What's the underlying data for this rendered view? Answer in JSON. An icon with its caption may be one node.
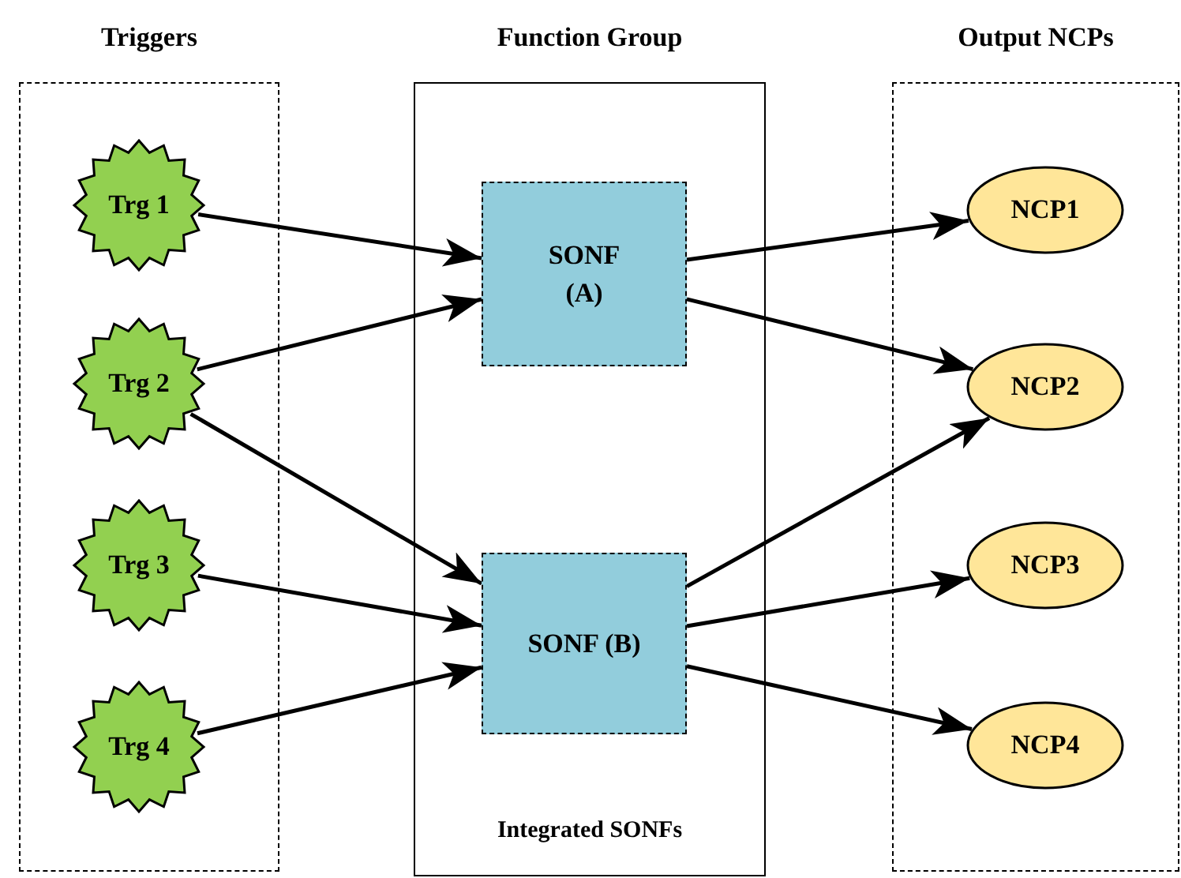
{
  "diagram": {
    "nodes": [
      {
        "text": [
          "Triggers"
        ]
      },
      {
        "text": [
          "Trg 1"
        ],
        "in": 0
      },
      {
        "text": [
          "Trg 2"
        ],
        "in": 0
      },
      {
        "text": [
          "Trg 3"
        ],
        "in": 0
      },
      {
        "text": [
          "Trg 4"
        ],
        "in": 0
      },
      {
        "text": [
          "Function Group",
          "Integrated SONFs"
        ]
      },
      {
        "text": [
          "SONF (A)"
        ],
        "in": 5
      },
      {
        "text": [
          "SONF (B)"
        ],
        "in": 5
      },
      {
        "text": [
          "Output NCPs"
        ]
      },
      {
        "text": [
          "NCP1"
        ],
        "in": 8
      },
      {
        "text": [
          "NCP2"
        ],
        "in": 8
      },
      {
        "text": [
          "NCP3"
        ],
        "in": 8
      },
      {
        "text": [
          "NCP4"
        ],
        "in": 8
      }
    ],
    "edges": [
      {
        "from": 1,
        "to": 6,
        "arrow": "to"
      },
      {
        "from": 2,
        "to": 6,
        "arrow": "to"
      },
      {
        "from": 2,
        "to": 7,
        "arrow": "to"
      },
      {
        "from": 3,
        "to": 7,
        "arrow": "to"
      },
      {
        "from": 4,
        "to": 7,
        "arrow": "to"
      },
      {
        "from": 6,
        "to": 9,
        "arrow": "to"
      },
      {
        "from": 6,
        "to": 10,
        "arrow": "to"
      },
      {
        "from": 7,
        "to": 10,
        "arrow": "to"
      },
      {
        "from": 7,
        "to": 11,
        "arrow": "to"
      },
      {
        "from": 7,
        "to": 12,
        "arrow": "to"
      }
    ]
  }
}
